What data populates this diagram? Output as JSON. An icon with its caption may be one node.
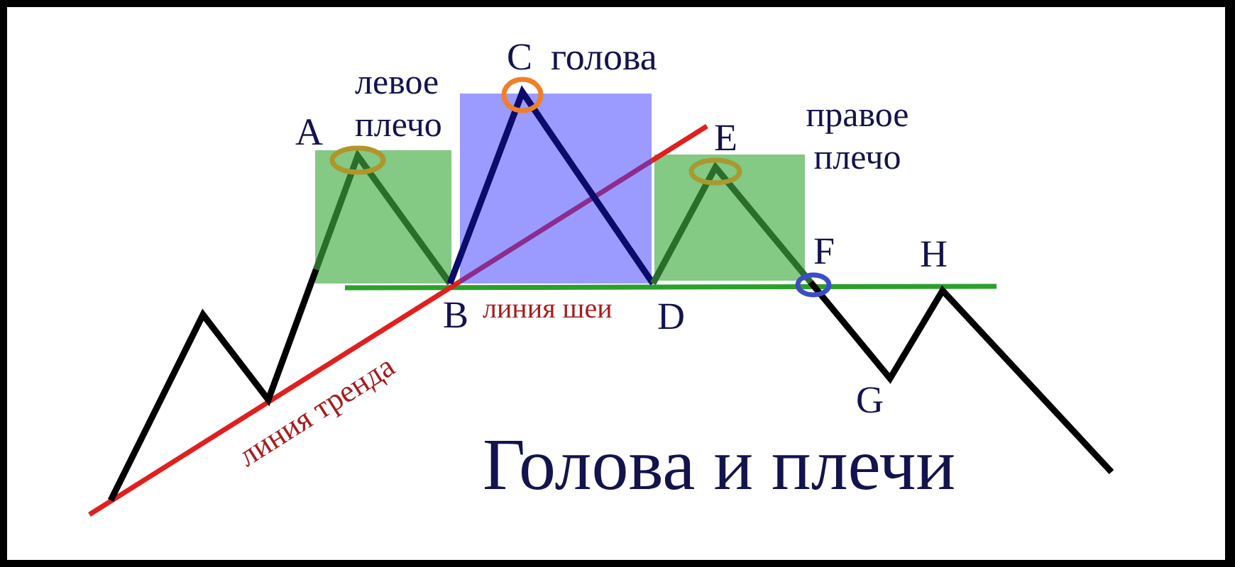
{
  "diagram": {
    "title": "Голова и плечи",
    "labels": [
      "C",
      "голова",
      "левое плечо",
      "A",
      "E",
      "правое плечо",
      "F",
      "H",
      "B",
      "линия шеи",
      "D",
      "линия тренда",
      "G"
    ]
  }
}
